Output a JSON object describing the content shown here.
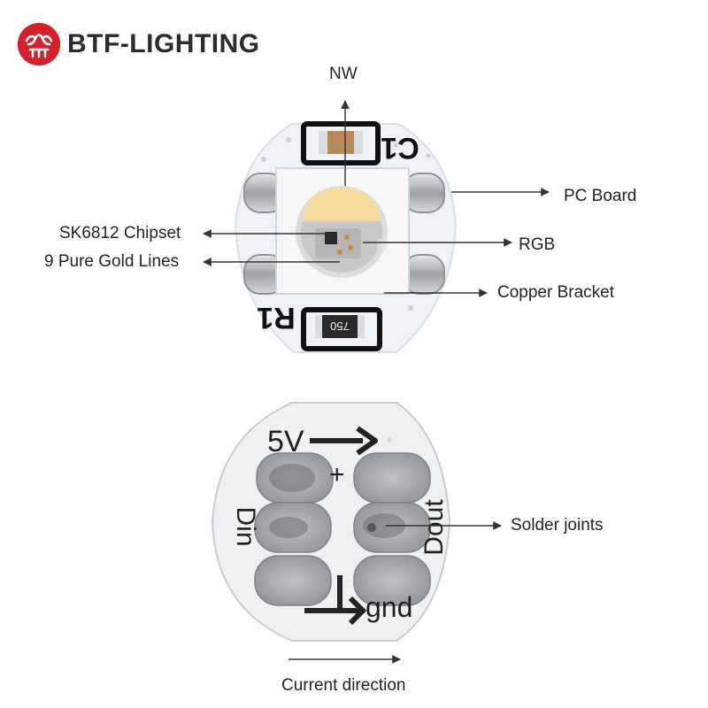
{
  "brand": {
    "name": "BTF-LIGHTING",
    "accent_color": "#d4202a"
  },
  "top_led": {
    "components": [
      "C1",
      "R1"
    ],
    "resistor_marking": "750",
    "labels": {
      "nw": "NW",
      "pc_board": "PC Board",
      "chipset": "SK6812 Chipset",
      "rgb": "RGB",
      "gold_lines": "9 Pure Gold Lines",
      "copper_bracket": "Copper Bracket"
    }
  },
  "bottom_pads": {
    "pad_labels": [
      "5V",
      "+",
      "Din",
      "Dout",
      "gnd"
    ],
    "labels": {
      "solder_joints": "Solder joints",
      "current_direction": "Current direction"
    }
  }
}
